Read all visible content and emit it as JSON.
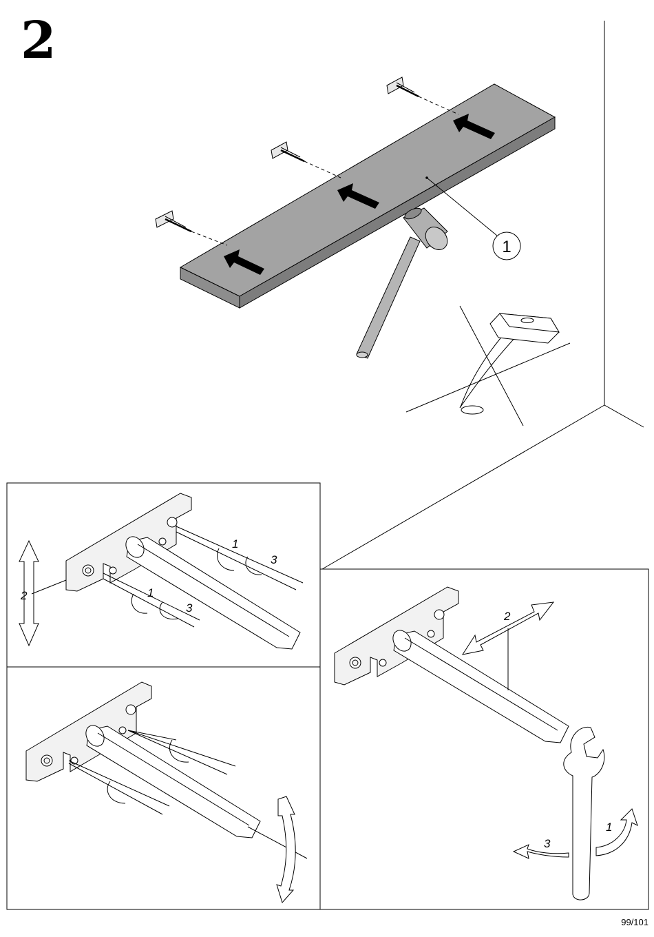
{
  "step": {
    "number": "2"
  },
  "callout": {
    "part_number": "1"
  },
  "detail_labels": {
    "top_left": {
      "vertical_adjust": "2",
      "upper_screw_turn": "1",
      "upper_rod_turn": "3",
      "lower_screw_turn": "1",
      "lower_rod_turn": "3"
    },
    "right": {
      "rod_slide": "2",
      "wrench_turn_right": "1",
      "wrench_turn_left": "3"
    }
  },
  "footer": {
    "page_number": "99/101"
  },
  "colors": {
    "shelf_fill": "#9b9b9b",
    "shelf_top": "#a3a3a3",
    "arrow": "#000000",
    "line": "#000000"
  },
  "icons": {
    "hammer": "rubber-mallet-icon",
    "forbidden_hammer": "crossed-out-steel-hammer-icon",
    "wrench": "open-end-wrench-icon"
  }
}
